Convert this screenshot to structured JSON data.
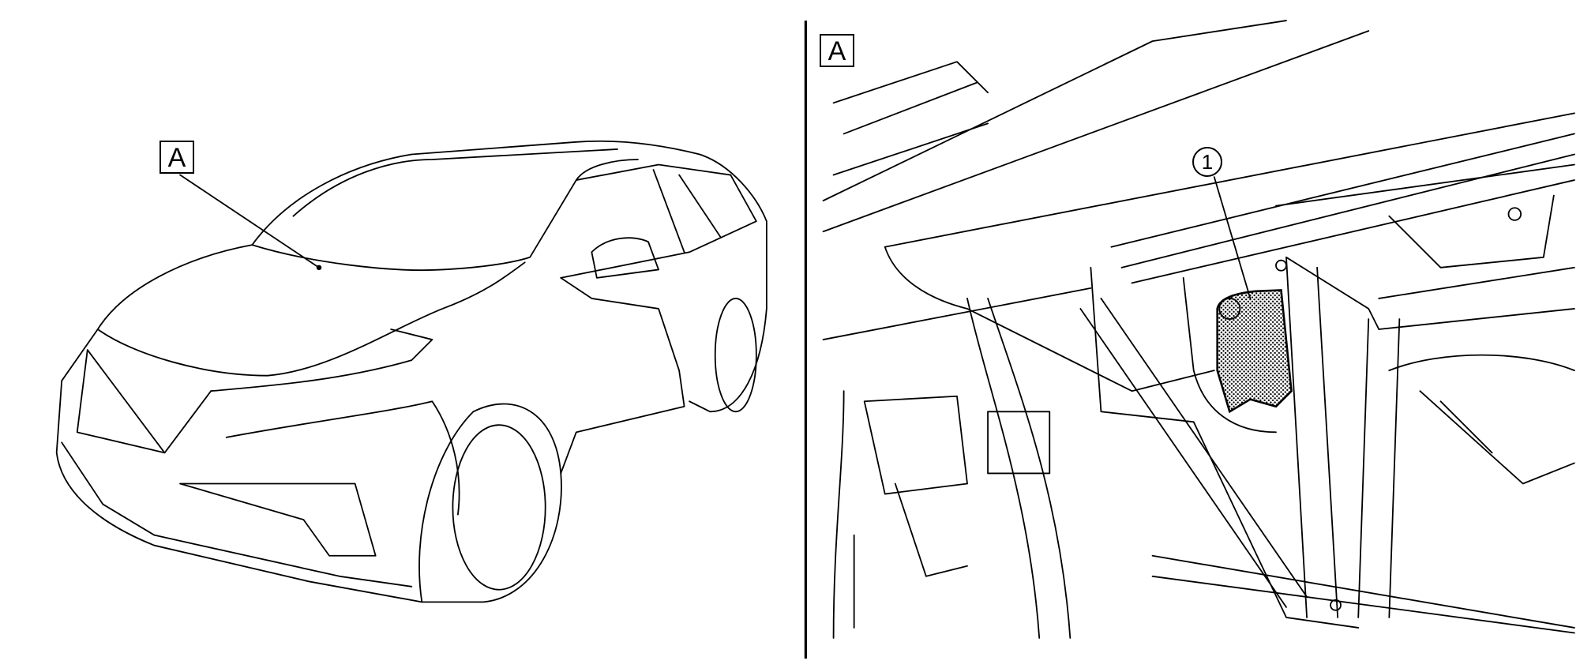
{
  "left_view": {
    "label": "A"
  },
  "right_view": {
    "label": "A",
    "callouts": [
      {
        "number": "1"
      }
    ]
  },
  "colors": {
    "line": "#000000",
    "background": "#ffffff"
  }
}
